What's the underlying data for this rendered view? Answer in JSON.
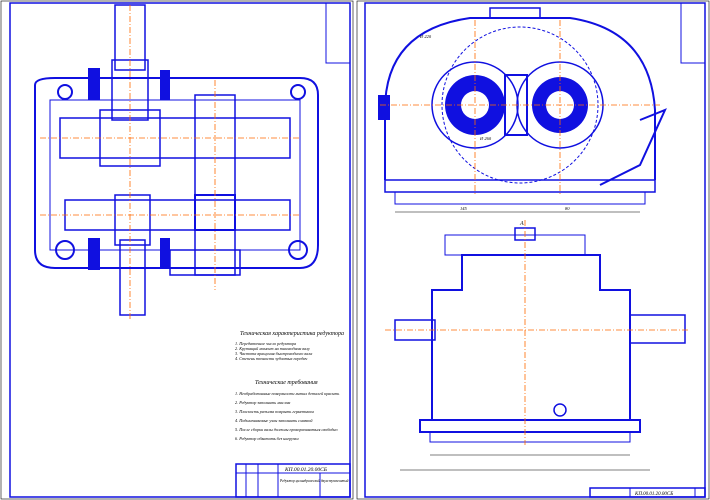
{
  "sheet_left": {
    "tech_char_title": "Техническая характеристика редуктора",
    "tech_char_lines": [
      "1. Передаточное число редуктора",
      "2. Крутящий момент на тихоходном валу",
      "3. Частота вращения быстроходного вала",
      "4. Степень точности зубчатых передач"
    ],
    "tech_req_title": "Технические требования",
    "tech_req_lines": [
      "1. Необработанные поверхности литых деталей красить",
      "2. Редуктор заполнить маслом",
      "3. Плоскость разъема покрыть герметиком",
      "4. Подшипниковые узлы заполнить смазкой",
      "5. После сборки валы должны проворачиваться свободно",
      "6. Редуктор обкатать без нагрузки"
    ],
    "stamp_code": "КП.00.01.20.00СБ",
    "stamp_title": "Редуктор цилиндрический двухступенчатый"
  },
  "sheet_right": {
    "stamp_code": "КП.00.01.20.00СБ",
    "section_label": "А",
    "dim_labels": [
      "Ø 260",
      "Ø 220",
      "145",
      "80"
    ]
  }
}
